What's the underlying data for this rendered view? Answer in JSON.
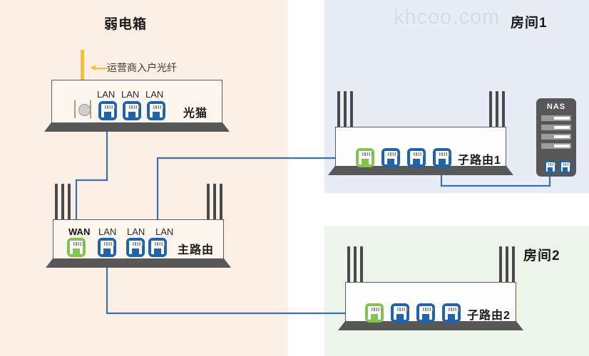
{
  "diagram": {
    "watermark": "khcoo.com",
    "zones": [
      {
        "id": "weak-current-box",
        "label": "弱电箱",
        "color": "#fcefe6"
      },
      {
        "id": "room-1",
        "label": "房间1",
        "color": "#e8ecf7"
      },
      {
        "id": "room-2",
        "label": "房间2",
        "color": "#edf5ea"
      }
    ],
    "annotations": {
      "fiber_label": "运营商入户光纤",
      "fiber_cable_color": "#f9c221"
    },
    "cable_color": "#3b6fb6",
    "port_colors": {
      "lan": "#1e64ad",
      "wan": "#83c44e"
    },
    "devices": [
      {
        "id": "modem",
        "name": "光猫",
        "zone": "weak-current-box",
        "ports": [
          {
            "type": "fiber",
            "label": ""
          },
          {
            "type": "lan",
            "label": "LAN"
          },
          {
            "type": "lan",
            "label": "LAN"
          },
          {
            "type": "lan",
            "label": "LAN"
          }
        ]
      },
      {
        "id": "main-router",
        "name": "主路由",
        "zone": "weak-current-box",
        "antennas": 6,
        "ports": [
          {
            "type": "wan",
            "label": "WAN"
          },
          {
            "type": "lan",
            "label": "LAN"
          },
          {
            "type": "lan",
            "label": "LAN"
          },
          {
            "type": "lan",
            "label": "LAN"
          }
        ]
      },
      {
        "id": "sub-router-1",
        "name": "子路由1",
        "zone": "room-1",
        "antennas": 6,
        "ports": [
          {
            "type": "wan",
            "label": ""
          },
          {
            "type": "lan",
            "label": ""
          },
          {
            "type": "lan",
            "label": ""
          },
          {
            "type": "lan",
            "label": ""
          }
        ]
      },
      {
        "id": "sub-router-2",
        "name": "子路由2",
        "zone": "room-2",
        "antennas": 6,
        "ports": [
          {
            "type": "wan",
            "label": ""
          },
          {
            "type": "lan",
            "label": ""
          },
          {
            "type": "lan",
            "label": ""
          },
          {
            "type": "lan",
            "label": ""
          }
        ]
      },
      {
        "id": "nas",
        "name": "NAS",
        "zone": "room-1",
        "bays": 4,
        "ports": [
          {
            "type": "lan",
            "label": ""
          },
          {
            "type": "lan",
            "label": ""
          }
        ]
      }
    ],
    "connections": [
      {
        "from": "isp-fiber",
        "to": "modem.fiber",
        "color": "#f9c221"
      },
      {
        "from": "modem.lan1",
        "to": "main-router.wan",
        "color": "#3b6fb6"
      },
      {
        "from": "main-router.lan3",
        "to": "sub-router-1.wan",
        "color": "#3b6fb6"
      },
      {
        "from": "main-router.lan1",
        "to": "sub-router-2.wan",
        "color": "#3b6fb6"
      },
      {
        "from": "sub-router-1.lan3",
        "to": "nas.lan1",
        "color": "#3b6fb6"
      }
    ]
  }
}
